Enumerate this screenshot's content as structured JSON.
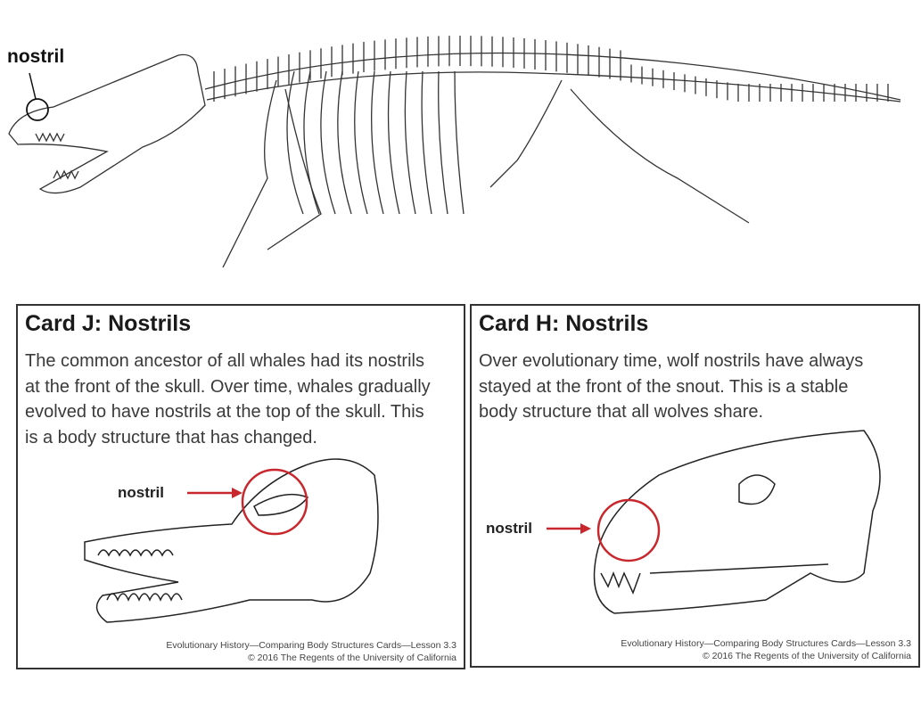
{
  "whale_skeleton": {
    "label": "nostril"
  },
  "cards": [
    {
      "title": "Card J: Nostrils",
      "body_lines": [
        "The common ancestor of all whales had its nostrils",
        "at the front of the skull. Over time, whales gradually",
        "evolved to have nostrils at the top of the skull. This",
        "is a body structure that has changed."
      ],
      "label": "nostril",
      "footer": [
        "Evolutionary History—Comparing Body Structures Cards—Lesson 3.3",
        "© 2016 The Regents of the University of California"
      ]
    },
    {
      "title": "Card H: Nostrils",
      "body_lines": [
        "Over evolutionary time, wolf nostrils have always",
        "stayed at the front of the snout. This is a stable",
        "body structure that all wolves share."
      ],
      "label": "nostril",
      "footer": [
        "Evolutionary History—Comparing Body Structures Cards—Lesson 3.3",
        "© 2016 The Regents of the University of California"
      ]
    }
  ],
  "colors": {
    "highlight": "#c8282d",
    "outline": "#222222"
  }
}
